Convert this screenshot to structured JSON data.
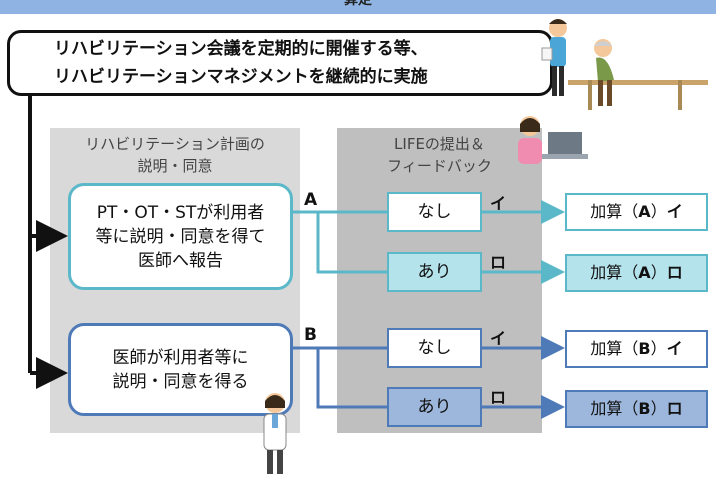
{
  "banner": {
    "title": "算定"
  },
  "policy": {
    "line1": "リハビリテーション会議を定期的に開催する等、",
    "line2": "リハビリテーションマネジメントを継続的に実施"
  },
  "plan_panel": {
    "line1": "リハビリテーション計画の",
    "line2": "説明・同意"
  },
  "life_panel": {
    "line1": "LIFEの提出＆",
    "line2": "フィードバック"
  },
  "branch_a": {
    "label": "A",
    "lines": [
      "PT・OT・STが利用者",
      "等に説明・同意を得て",
      "医師へ報告"
    ],
    "options": [
      {
        "label": "なし",
        "mark": "イ",
        "result_prefix": "加算（",
        "result_type": "A",
        "result_suffix": "）",
        "result_mark": "イ"
      },
      {
        "label": "あり",
        "mark": "ロ",
        "result_prefix": "加算（",
        "result_type": "A",
        "result_suffix": "）",
        "result_mark": "ロ"
      }
    ]
  },
  "branch_b": {
    "label": "B",
    "lines": [
      "医師が利用者等に",
      "説明・同意を得る"
    ],
    "options": [
      {
        "label": "なし",
        "mark": "イ",
        "result_prefix": "加算（",
        "result_type": "B",
        "result_suffix": "）",
        "result_mark": "イ"
      },
      {
        "label": "あり",
        "mark": "ロ",
        "result_prefix": "加算（",
        "result_type": "B",
        "result_suffix": "）",
        "result_mark": "ロ"
      }
    ]
  },
  "colors": {
    "a_line": "#5bb8c9",
    "b_line": "#4f7ab8",
    "a_fill": "#b5e3ec",
    "b_fill": "#9db7dc"
  },
  "illustrations": [
    "rehab-staff-with-elder-illustration",
    "nurse-at-laptop-illustration",
    "doctor-illustration"
  ]
}
